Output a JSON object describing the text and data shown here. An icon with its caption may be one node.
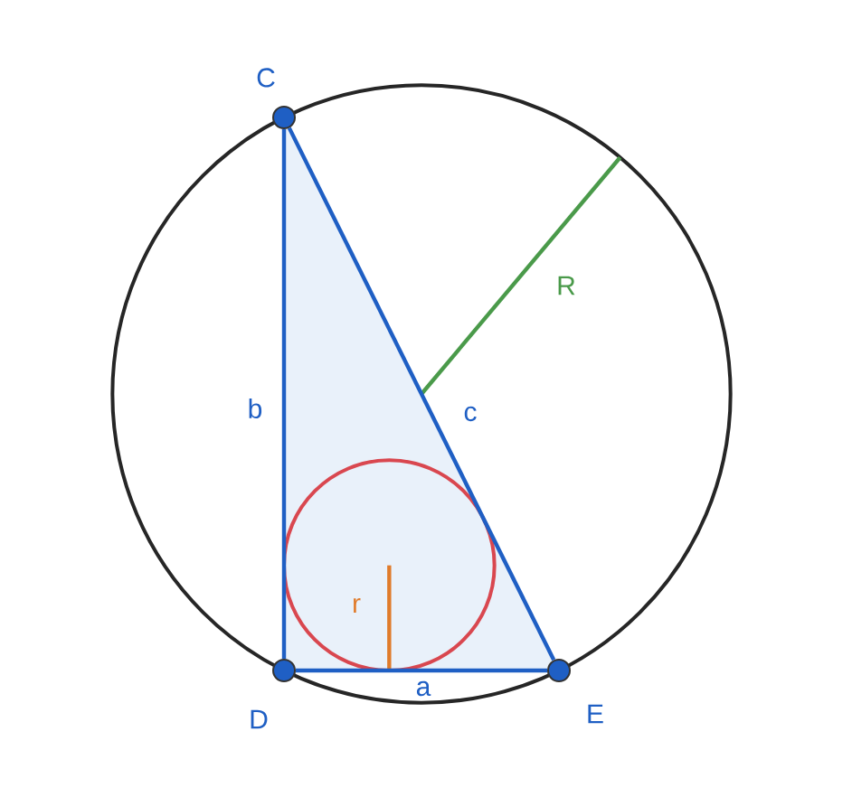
{
  "diagram": {
    "nodes": [
      {
        "text": [
          "C"
        ]
      },
      {
        "text": [
          "D"
        ]
      },
      {
        "text": [
          "E"
        ]
      }
    ],
    "edges": [
      {
        "from": 0,
        "to": 1,
        "arrow": "none",
        "label": "b"
      },
      {
        "from": 1,
        "to": 2,
        "arrow": "none",
        "label": "a"
      },
      {
        "from": 0,
        "to": 2,
        "arrow": "none",
        "label": "c"
      }
    ],
    "labels": [
      "R",
      "r"
    ]
  }
}
